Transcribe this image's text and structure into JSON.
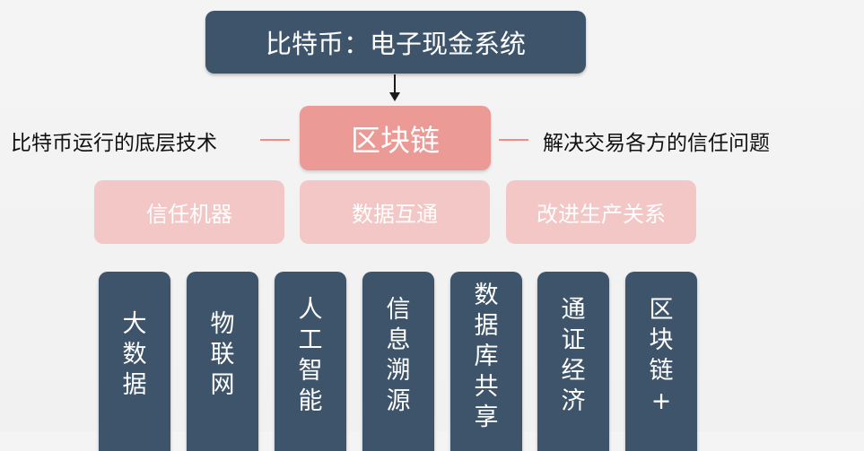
{
  "title": "比特币：电子现金系统",
  "center": "区块链",
  "left_note": "比特币运行的底层技术",
  "right_note": "解决交易各方的信任问题",
  "features": [
    "信任机器",
    "数据互通",
    "改进生产关系"
  ],
  "applications": [
    "大数据",
    "物联网",
    "人工智能",
    "信息溯源",
    "数据库共享",
    "通证经济",
    "区块链+"
  ]
}
